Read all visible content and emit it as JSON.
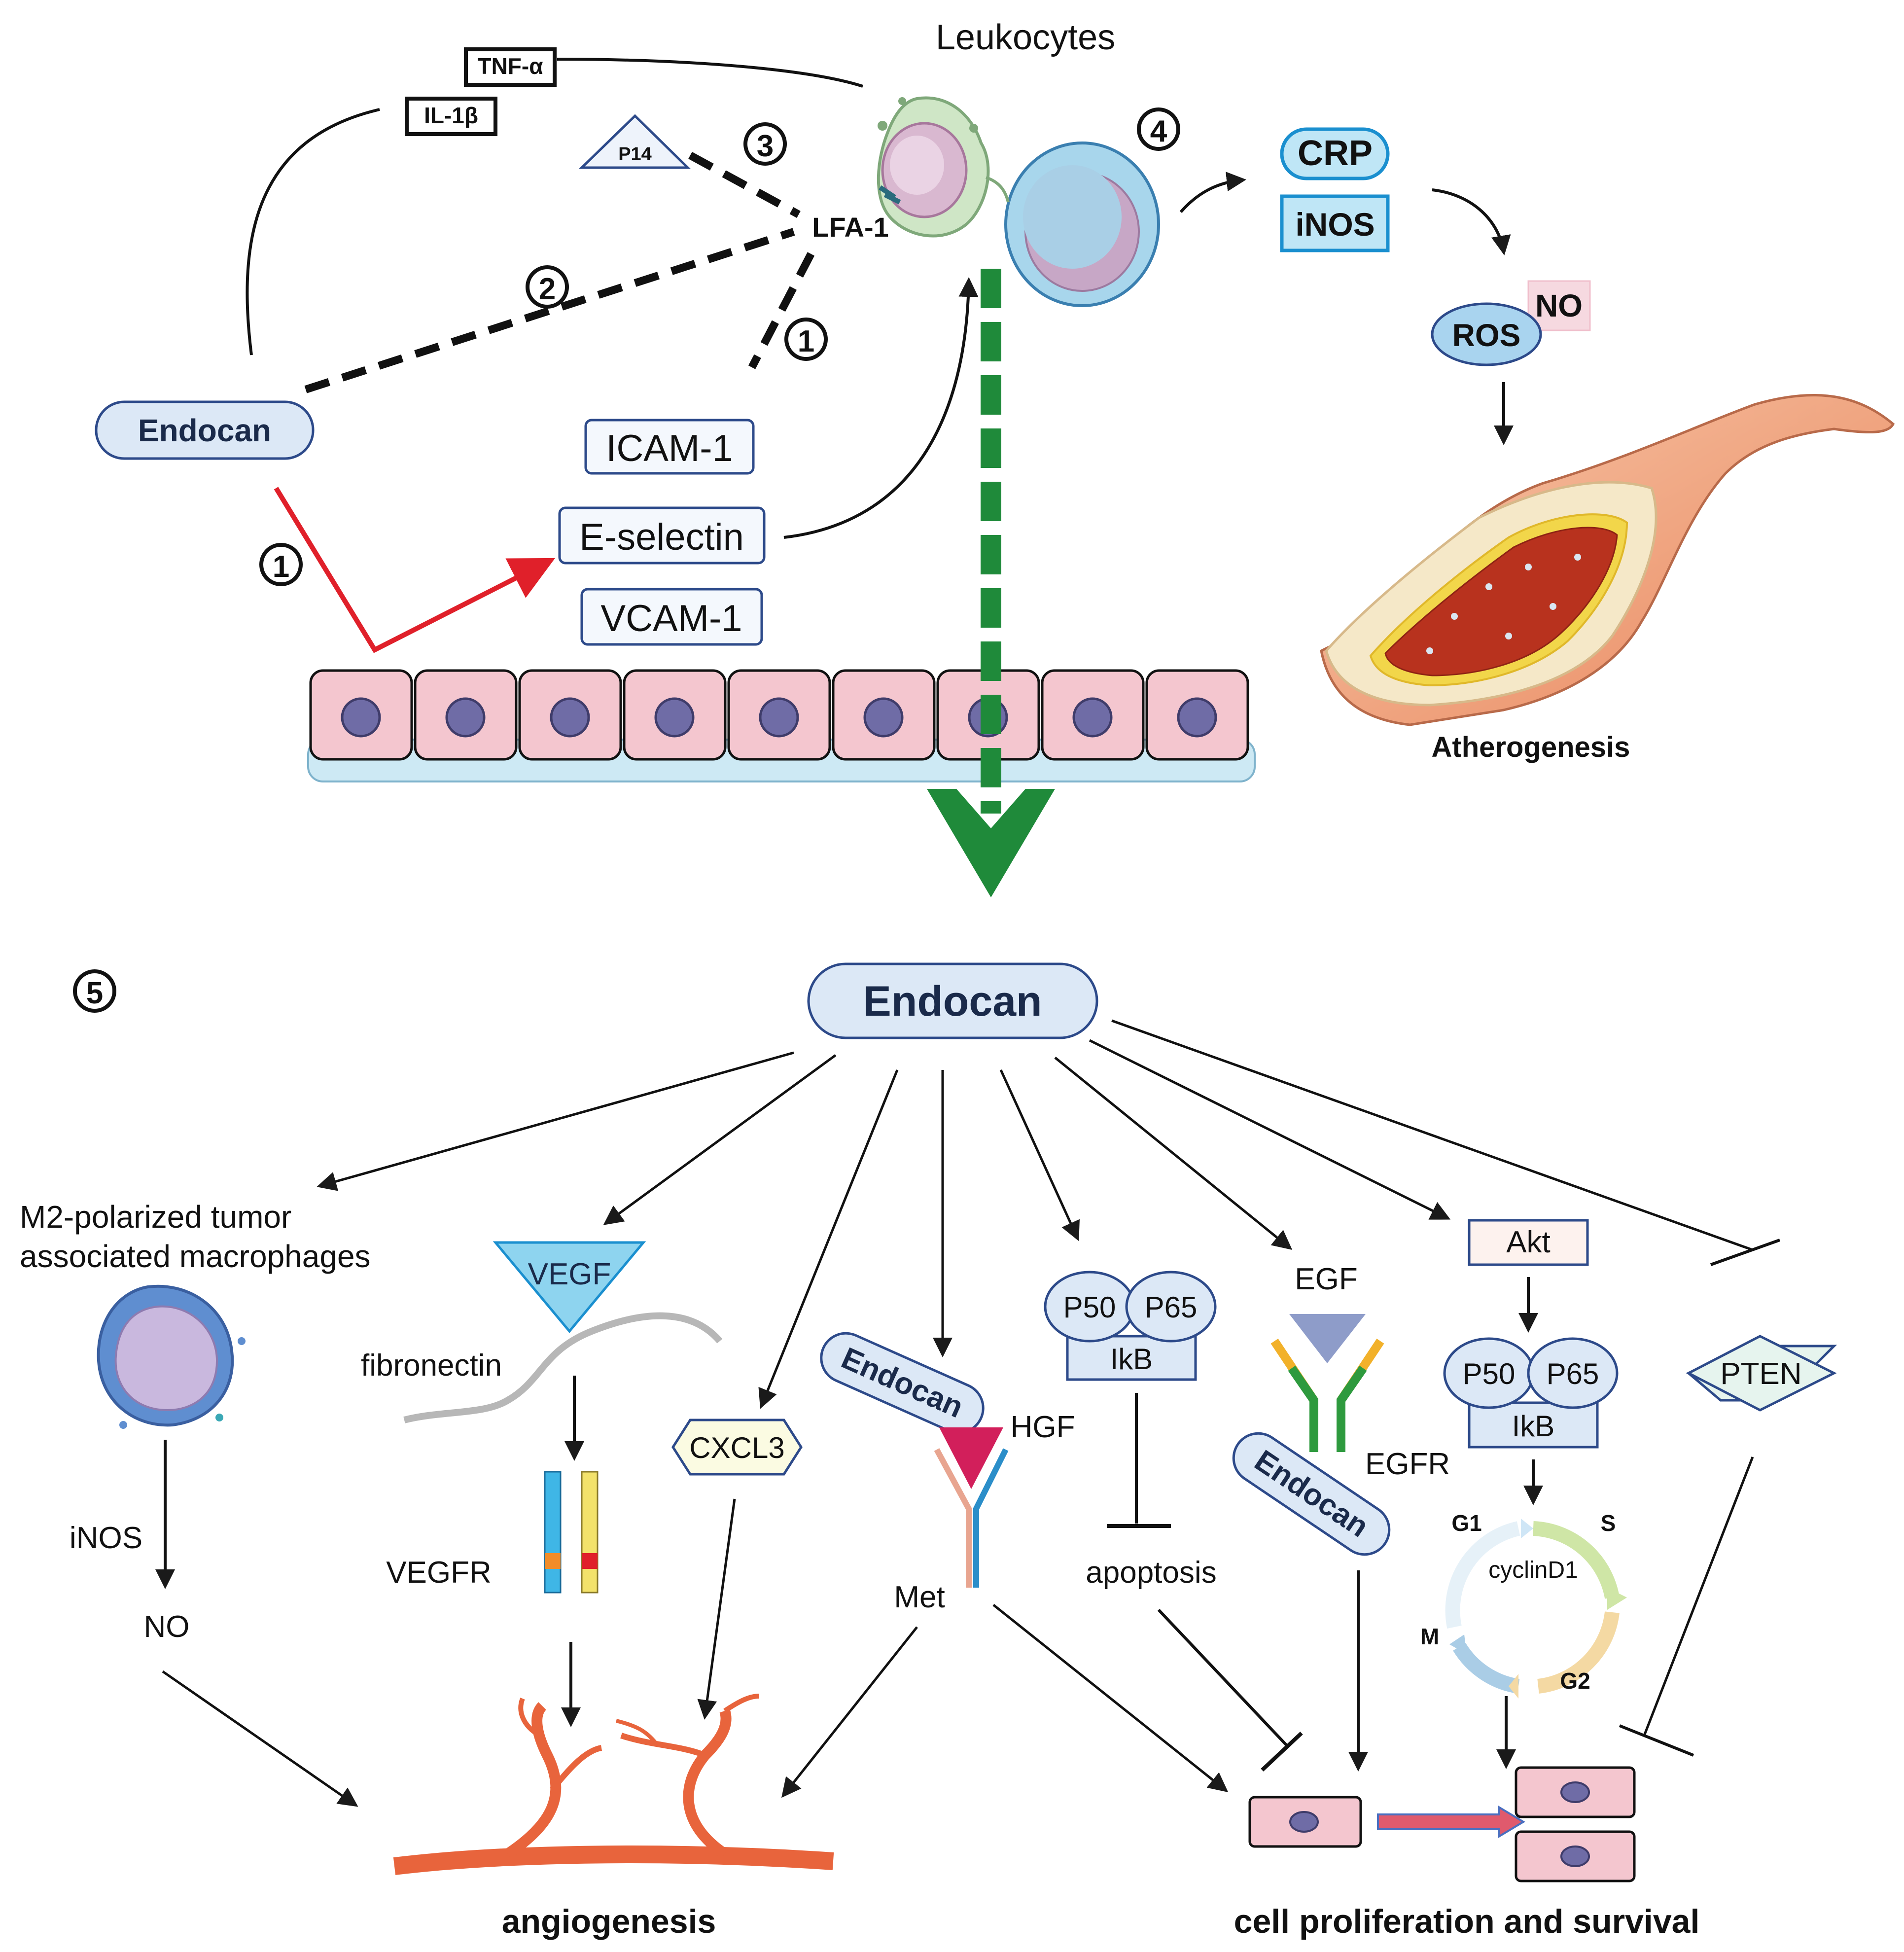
{
  "top": {
    "leukocytes_label": "Leukocytes",
    "tnf_label": "TNF-α",
    "il1b_label": "IL-1β",
    "p14_label": "P14",
    "lfa1_label": "LFA-1",
    "endocan_label": "Endocan",
    "icam_label": "ICAM-1",
    "eselectin_label": "E-selectin",
    "vcam_label": "VCAM-1",
    "crp_label": "CRP",
    "inos_label": "iNOS",
    "ros_label": "ROS",
    "no_label": "NO",
    "atherogenesis_label": "Atherogenesis",
    "markers": {
      "lfa1_endo": "①",
      "red_arrow": "①",
      "endocan_lfa": "②",
      "p14_lfa": "③",
      "leuko_crp": "④"
    }
  },
  "bottom": {
    "section_marker": "⑤",
    "endocan_label": "Endocan",
    "macrophage_label_line1": "M2-polarized tumor",
    "macrophage_label_line2": "associated macrophages",
    "inos_label": "iNOS",
    "no_label": "NO",
    "vegf_label": "VEGF",
    "fibronectin_label": "fibronectin",
    "vegfr_label": "VEGFR",
    "cxcl3_label": "CXCL3",
    "endocan_hgf_label": "Endocan",
    "hgf_label": "HGF",
    "met_label": "Met",
    "p50_label": "P50",
    "p65_label": "P65",
    "ikb_label": "IkB",
    "apoptosis_label": "apoptosis",
    "egf_label": "EGF",
    "egfr_label": "EGFR",
    "endocan_egfr_label": "Endocan",
    "akt_label": "Akt",
    "p50b_label": "P50",
    "p65b_label": "P65",
    "ikbb_label": "IkB",
    "g1_label": "G1",
    "s_label": "S",
    "cyclin_label": "cyclinD1",
    "m_label": "M",
    "g2_label": "G2",
    "pten_label": "PTEN",
    "angiogenesis_label": "angiogenesis",
    "proliferation_label": "cell proliferation and survival"
  },
  "colors": {
    "box_blue_fill": "#dce8f6",
    "box_blue_stroke": "#2d4a8a",
    "cyan_fill": "#bfe6f6",
    "cyan_stroke": "#1a8fcf",
    "cell_pink": "#f4c6cf",
    "nucleus_purple": "#6f6ca6",
    "green_dash": "#1f8a3a",
    "red_arrow": "#e0202a",
    "vessel_orange": "#e8643c"
  }
}
